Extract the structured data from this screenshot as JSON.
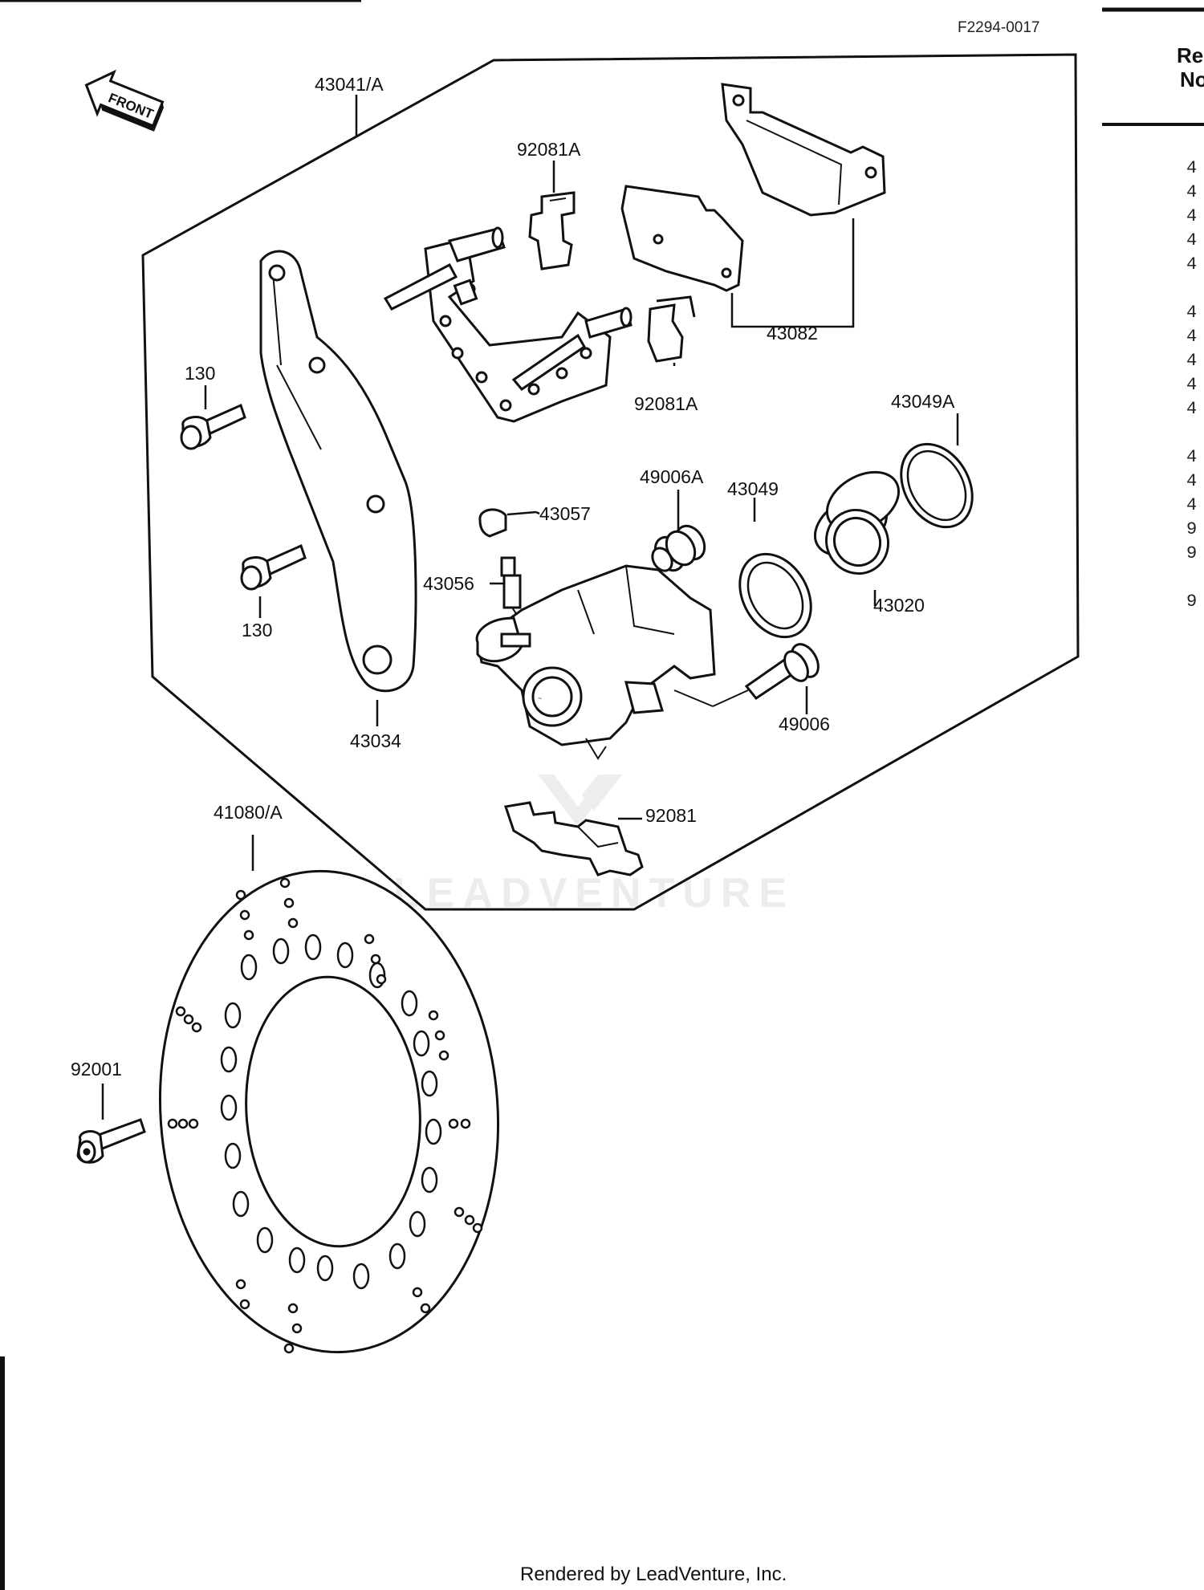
{
  "figure_code": "F2294-0017",
  "front_marker": "FRONT",
  "watermark": "LEADVENTURE",
  "footer": "Rendered by LeadVenture, Inc.",
  "side_column": {
    "header_line1": "Re",
    "header_line2": "No",
    "entries": [
      "4",
      "4",
      "4",
      "4",
      "4",
      "4",
      "4",
      "4",
      "4",
      "4",
      "4",
      "4",
      "4",
      "9",
      "9",
      "9"
    ]
  },
  "callouts": [
    {
      "label": "43041/A"
    },
    {
      "label": "92081A"
    },
    {
      "label": "43082"
    },
    {
      "label": "92081A"
    },
    {
      "label": "130"
    },
    {
      "label": "43049A"
    },
    {
      "label": "49006A"
    },
    {
      "label": "43049"
    },
    {
      "label": "43057"
    },
    {
      "label": "43056"
    },
    {
      "label": "130"
    },
    {
      "label": "43020"
    },
    {
      "label": "49006"
    },
    {
      "label": "43034"
    },
    {
      "label": "92081"
    },
    {
      "label": "41080/A"
    },
    {
      "label": "92001"
    }
  ]
}
